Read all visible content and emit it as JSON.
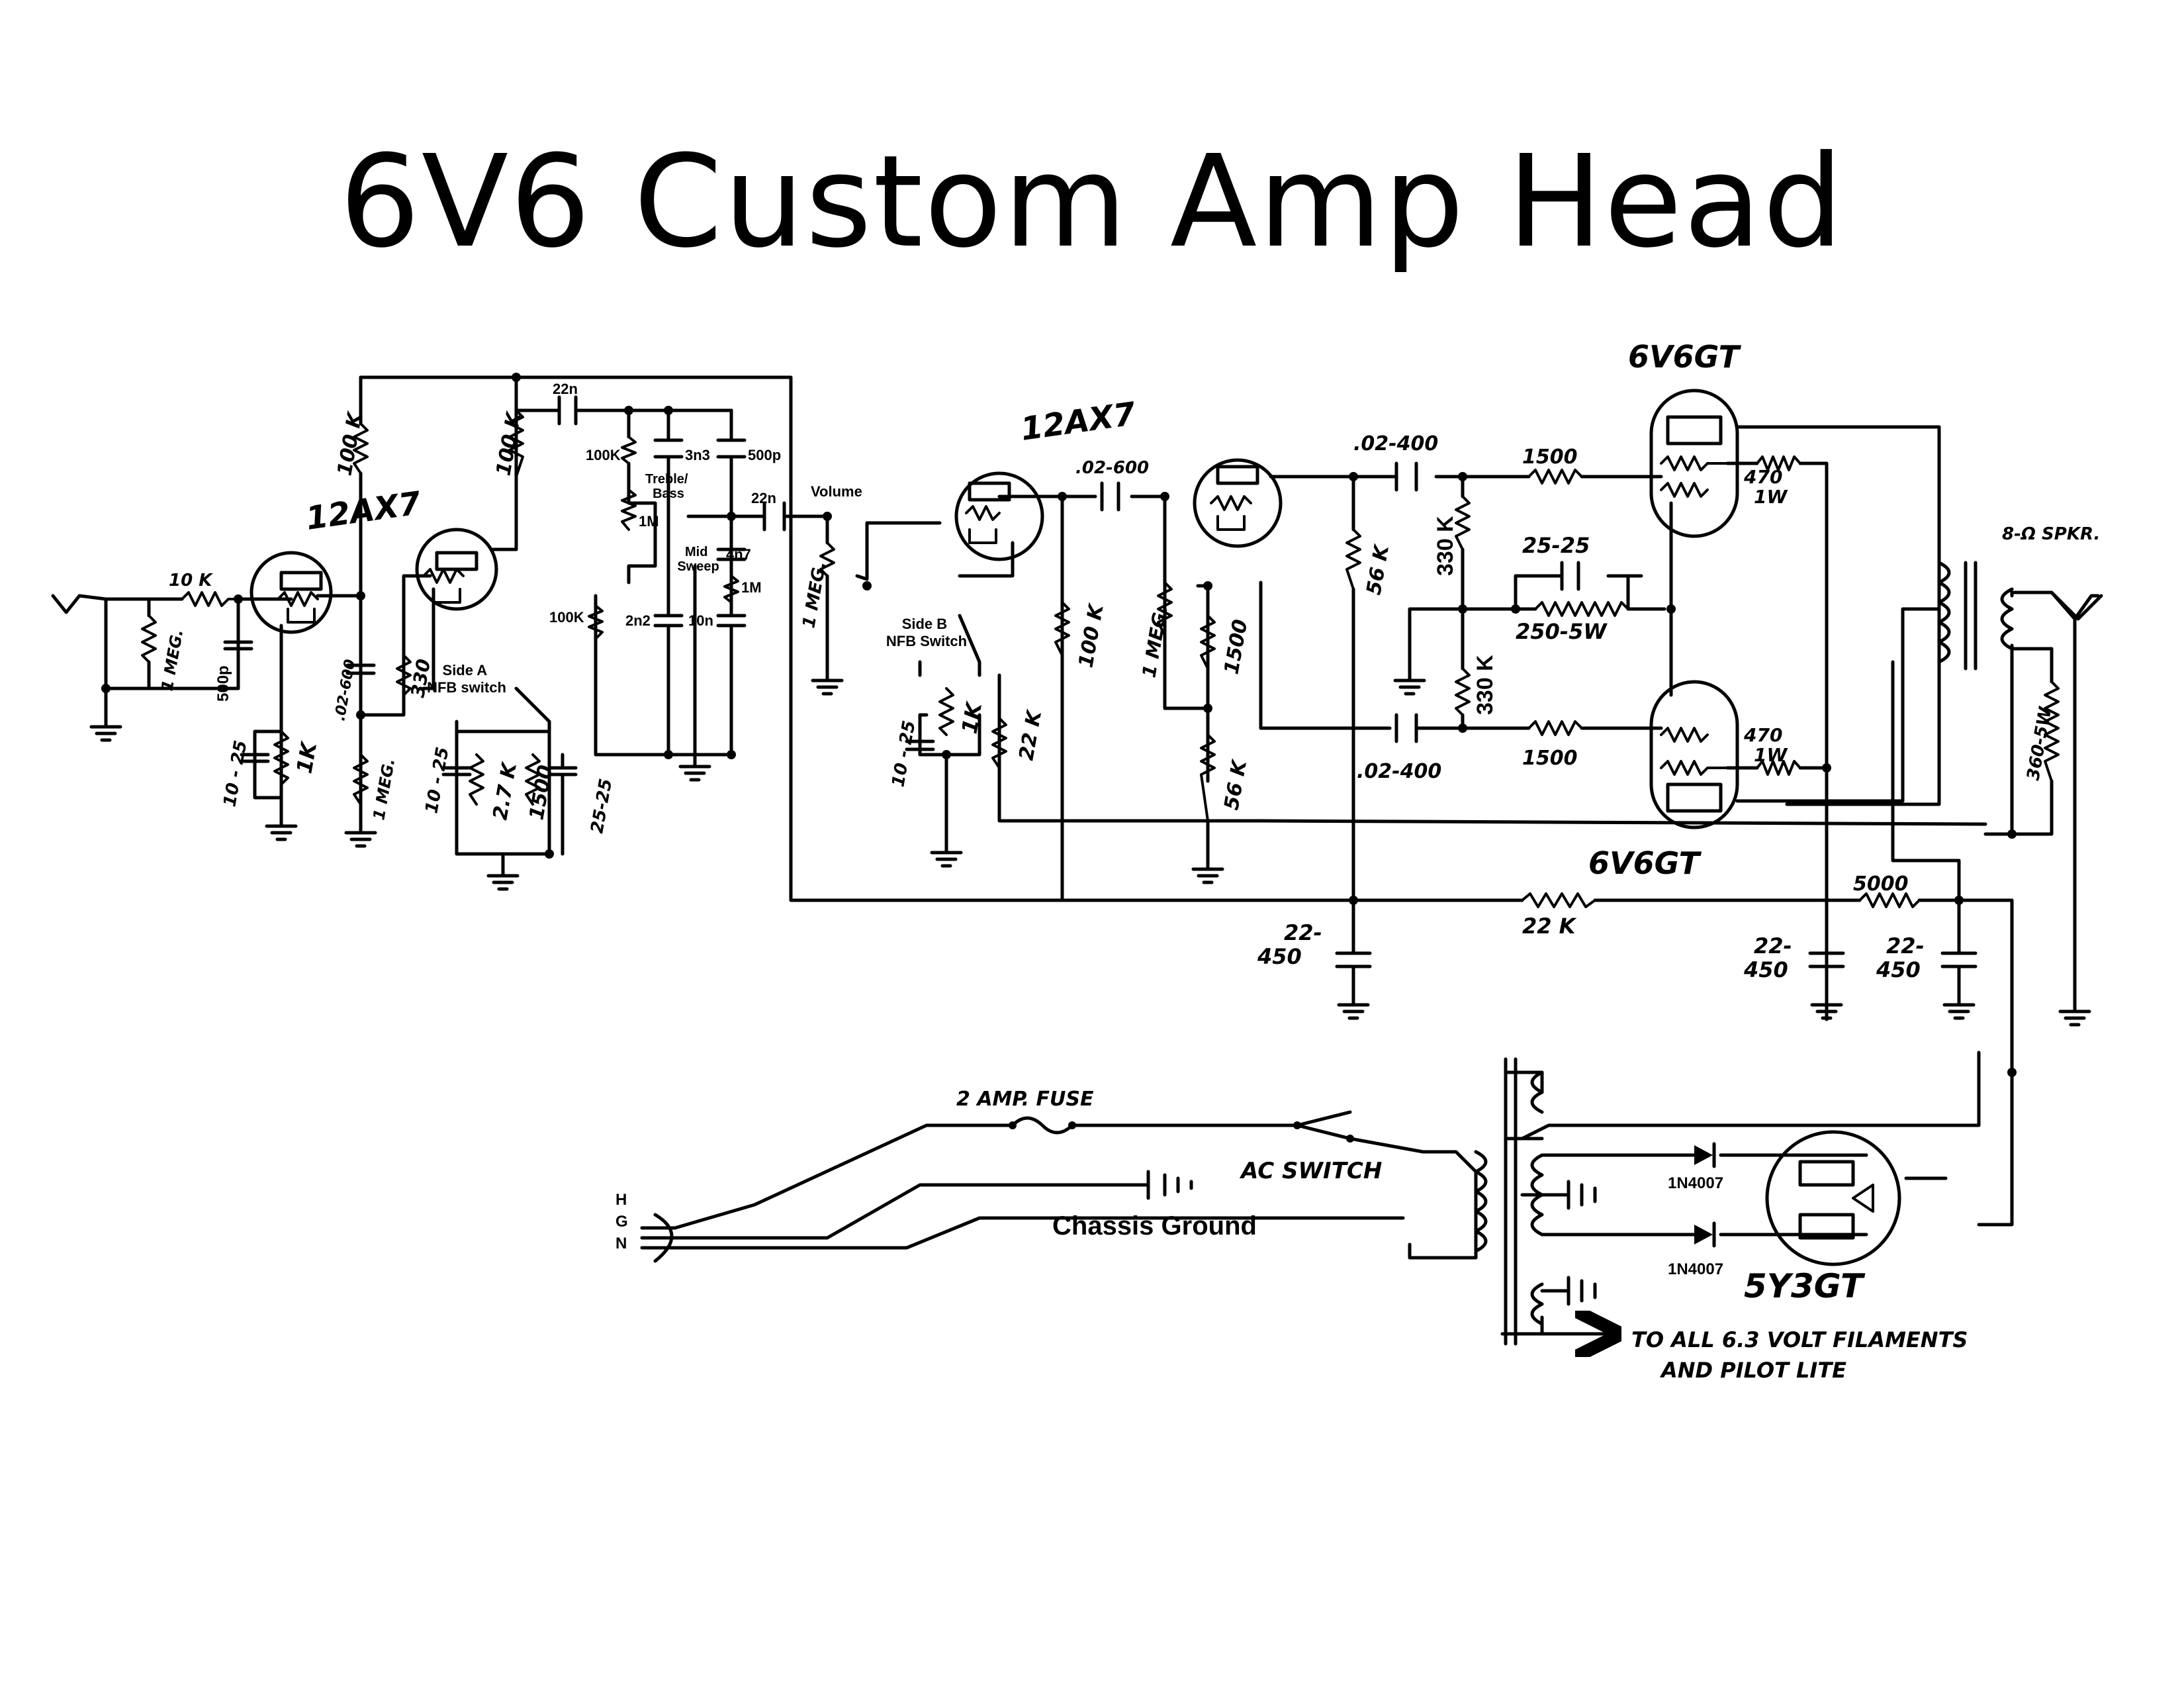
{
  "title": "6V6 Custom Amp Head",
  "tubes": {
    "preamp_1": "12AX7",
    "preamp_2": "12AX7",
    "power_top": "6V6GT",
    "power_bottom": "6V6GT",
    "rectifier": "5Y3GT"
  },
  "components": {
    "r_input_grid": "10 K",
    "r_input_leak": "1 MEG.",
    "c_input": "500p",
    "r_plate_1": "100 K",
    "r_plate_2": "100 K",
    "c_coupling_1": ".02-600",
    "r_grid_2": "1 MEG.",
    "r_cathode_1": "1K",
    "c_cathode_1": "10 - 25",
    "r_cathode_2": "330",
    "c_cathode_3": "10 - 25",
    "r_cathode_3": "2.7 K",
    "r_cathode_4": "1500",
    "c_cathode_4": "25-25",
    "c_tone_1": "22n",
    "r_tone_1": "100K",
    "c_tone_2": "3n3",
    "c_tone_3": "500p",
    "pot_treble_bass": "1M",
    "c_tone_4": "22n",
    "c_tone_5": "4n7",
    "pot_mid_sweep": "1M",
    "r_tone_2": "100K",
    "c_tone_6": "2n2",
    "c_tone_7": "10n",
    "pot_volume": "1 MEG.",
    "c_cathode_5": "10 - 25",
    "r_cathode_5": "1K",
    "r_nfb": "22 K",
    "r_plate_3": "100 K",
    "c_coupling_2": ".02-600",
    "r_pi_grid": "1 MEG.",
    "r_pi_1500": "1500",
    "r_pi_56k": "56 K",
    "r_pi_56k_2": "56 K",
    "c_coupling_3": ".02-400",
    "c_coupling_4": ".02-400",
    "r_grid_stop_1": "1500",
    "r_grid_stop_2": "1500",
    "r_bias_1": "330 K",
    "r_bias_2": "330 K",
    "c_bias": "25-25",
    "r_bias_cathode": "250-5W",
    "r_screen_1": "470\n1W",
    "r_screen_2": "470\n1W",
    "speaker": "8-Ω SPKR.",
    "r_speaker_load": "360-5W",
    "r_dropping_1": "22 K",
    "r_dropping_2": "5000",
    "c_filter_1": "22-\n450",
    "c_filter_2": "22-\n450",
    "c_filter_3": "22-\n450",
    "diode_1": "1N4007",
    "diode_2": "1N4007"
  },
  "labels": {
    "treble_bass": "Treble/\nBass",
    "mid_sweep": "Mid\nSweep",
    "volume": "Volume",
    "side_a": "Side A\nNFB switch",
    "side_b": "Side B\nNFB Switch",
    "fuse": "2 AMP. FUSE",
    "ac_switch": "AC SWITCH",
    "chassis_ground": "Chassis Ground",
    "plug_h": "H",
    "plug_g": "G",
    "plug_n": "N",
    "filaments": "TO ALL 6.3 VOLT FILAMENTS\nAND PILOT LITE"
  }
}
